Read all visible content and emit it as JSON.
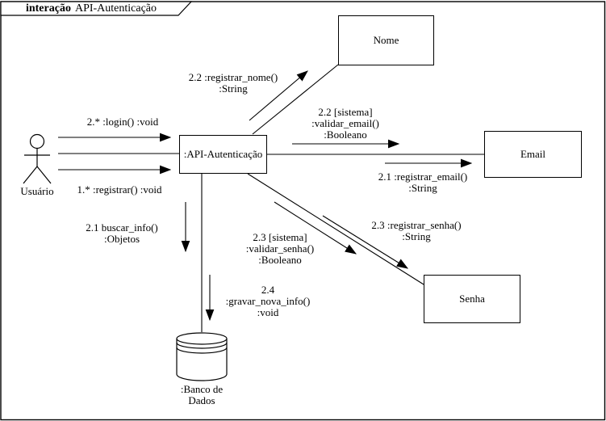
{
  "frame": {
    "keyword": "interação",
    "title": "API-Autenticação"
  },
  "actor": {
    "label": "Usuário"
  },
  "objects": {
    "api": {
      "label": ":API-Autenticação"
    },
    "nome": {
      "label": "Nome"
    },
    "email": {
      "label": "Email"
    },
    "senha": {
      "label": "Senha"
    },
    "database": {
      "label": ":Banco de\nDados"
    }
  },
  "messages": {
    "login": "2.* :login() :void",
    "registrar": "1.* :registrar() :void",
    "registrar_nome": "2.2 :registrar_nome()\n:String",
    "validar_email": "2.2 [sistema]\n:validar_email()\n:Booleano",
    "registrar_email": "2.1 :registrar_email()\n:String",
    "validar_senha": "2.3 [sistema]\n:validar_senha()\n:Booleano",
    "registrar_senha": "2.3 :registrar_senha()\n:String",
    "buscar_info": "2.1 buscar_info()\n:Objetos",
    "gravar_nova_info": "2.4\n:gravar_nova_info()\n:void"
  },
  "colors": {
    "line": "#000000",
    "background": "#ffffff"
  }
}
